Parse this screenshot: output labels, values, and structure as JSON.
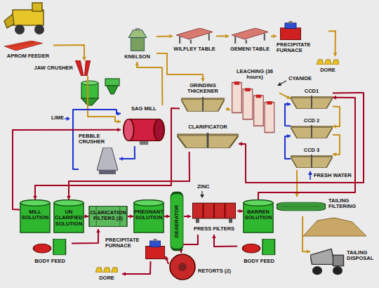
{
  "diagram": {
    "nodes": [
      {
        "text": [
          "APROM FEEDER"
        ]
      },
      {
        "text": [
          "JAW CRUSHER"
        ]
      },
      {
        "text": [
          "KNELSON"
        ]
      },
      {
        "text": [
          "WILFLEY TABLE"
        ]
      },
      {
        "text": [
          "GEMENI TABLE"
        ]
      },
      {
        "text": [
          "PRECIPITATE FURNACE"
        ]
      },
      {
        "text": [
          "DORE"
        ]
      },
      {
        "text": [
          "GRINDING THICKENER"
        ]
      },
      {
        "text": [
          "LEACHING (36 hours)"
        ]
      },
      {
        "text": [
          "SAG MILL"
        ]
      },
      {
        "text": [
          "PEBBLE CRUSHER"
        ]
      },
      {
        "text": [
          "CLARIFICATOR"
        ]
      },
      {
        "text": [
          "CCD1"
        ]
      },
      {
        "text": [
          "CCD 2"
        ]
      },
      {
        "text": [
          "CCD 3"
        ]
      },
      {
        "text": [
          "MILL SOLUTION"
        ]
      },
      {
        "text": [
          "UN CLARIFIED SOLUTION"
        ]
      },
      {
        "text": [
          "CLARICATION FILTERS (3)"
        ]
      },
      {
        "text": [
          "PREGNANT SOLUTION"
        ]
      },
      {
        "text": [
          "DEAERATOR"
        ]
      },
      {
        "text": [
          "PRESS FILTERS"
        ]
      },
      {
        "text": [
          "BARREN SOLUTION"
        ]
      },
      {
        "text": [
          "TAILING FILTERING"
        ]
      },
      {
        "text": [
          "TAILING DISPOSAL"
        ]
      },
      {
        "text": [
          "BODY FEED"
        ]
      },
      {
        "text": [
          "BODY FEED"
        ]
      },
      {
        "text": [
          "PRECIPITATE FURNACE"
        ]
      },
      {
        "text": [
          "DORE"
        ]
      },
      {
        "text": [
          "RETORTS (2)"
        ]
      }
    ],
    "edges": [
      {
        "from": 0,
        "to": 1,
        "arrow": "to"
      },
      {
        "from": 1,
        "to": 9,
        "arrow": "to"
      },
      {
        "from": 9,
        "to": 10,
        "arrow": "to"
      },
      {
        "from": 10,
        "to": 9,
        "arrow": "to"
      },
      {
        "from": 9,
        "to": 2,
        "arrow": "to"
      },
      {
        "from": 2,
        "to": 3,
        "arrow": "to"
      },
      {
        "from": 3,
        "to": 4,
        "arrow": "to"
      },
      {
        "from": 4,
        "to": 5,
        "arrow": "to"
      },
      {
        "from": 5,
        "to": 6,
        "arrow": "to"
      },
      {
        "from": 2,
        "to": 7,
        "arrow": "to"
      },
      {
        "from": 7,
        "to": 8,
        "arrow": "to"
      },
      {
        "from": 8,
        "to": 12,
        "arrow": "to"
      },
      {
        "from": 12,
        "to": 13,
        "arrow": "to"
      },
      {
        "from": 13,
        "to": 14,
        "arrow": "to"
      },
      {
        "from": 14,
        "to": 22,
        "arrow": "to"
      },
      {
        "from": 22,
        "to": 23,
        "arrow": "to"
      },
      {
        "from": 14,
        "to": 13,
        "arrow": "to"
      },
      {
        "from": 13,
        "to": 12,
        "arrow": "to"
      },
      {
        "from": 7,
        "to": 15,
        "arrow": "to"
      },
      {
        "from": 15,
        "to": 9,
        "arrow": "to"
      },
      {
        "from": 12,
        "to": 11,
        "arrow": "to"
      },
      {
        "from": 11,
        "to": 16,
        "arrow": "to"
      },
      {
        "from": 16,
        "to": 17,
        "arrow": "to"
      },
      {
        "from": 17,
        "to": 18,
        "arrow": "to"
      },
      {
        "from": 18,
        "to": 19,
        "arrow": "to"
      },
      {
        "from": 19,
        "to": 20,
        "arrow": "to"
      },
      {
        "from": 20,
        "to": 21,
        "arrow": "to"
      },
      {
        "from": 21,
        "to": 12,
        "arrow": "to"
      },
      {
        "from": 24,
        "to": 17,
        "arrow": "to"
      },
      {
        "from": 25,
        "to": 20,
        "arrow": "to"
      },
      {
        "from": 20,
        "to": 28,
        "arrow": "to"
      },
      {
        "from": 28,
        "to": 26,
        "arrow": "to"
      },
      {
        "from": 26,
        "to": 27,
        "arrow": "to"
      }
    ],
    "labels": [
      "LIME",
      "CYANIDE",
      "ZINC",
      "FRESH WATER"
    ]
  }
}
